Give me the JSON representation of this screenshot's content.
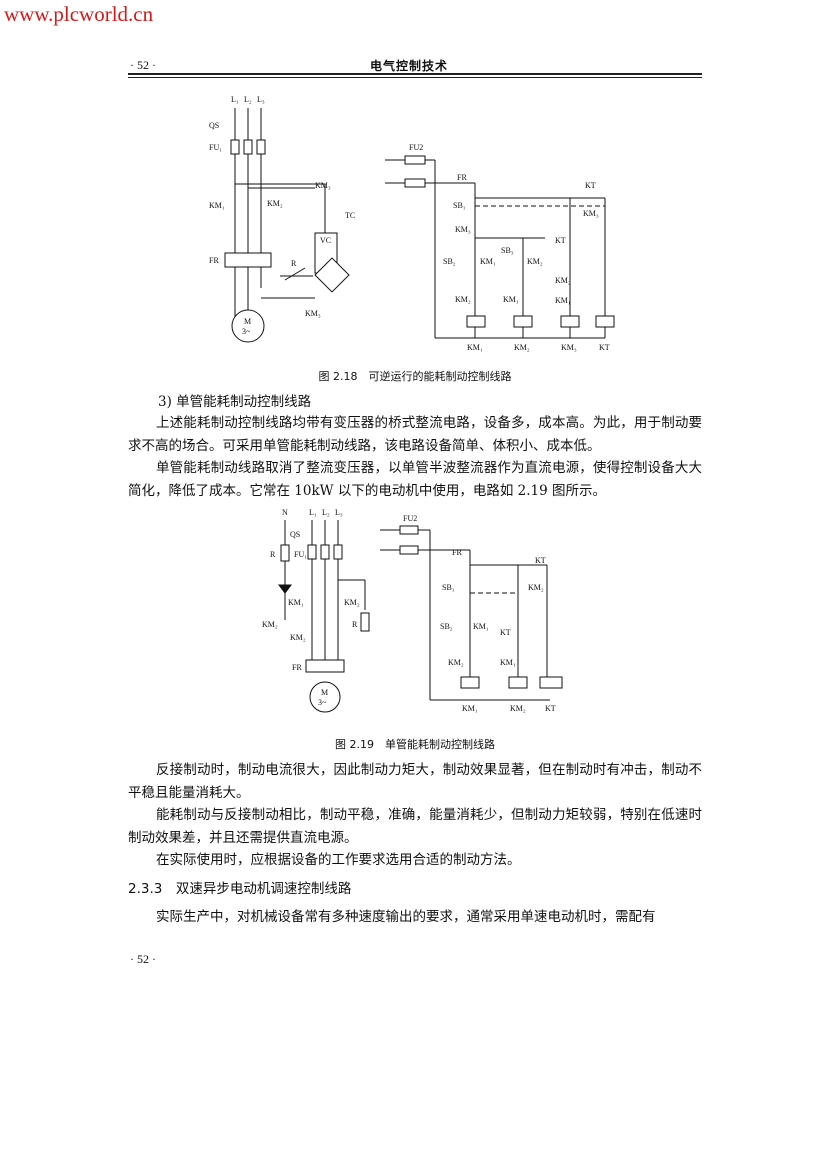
{
  "watermark": "www.plcworld.cn",
  "header": {
    "page_number": "· 52 ·",
    "title": "电气控制技术"
  },
  "figure_218": {
    "caption": "图 2.18　可逆运行的能耗制动控制线路",
    "labels": {
      "l1": "L₁",
      "l2": "L₂",
      "l3": "L₃",
      "qs": "QS",
      "fu1": "FU₁",
      "km1_top": "KM₃",
      "km1": "KM₁",
      "km2": "KM₂",
      "tc": "TC",
      "vc": "VC",
      "fr": "FR",
      "r": "R",
      "km3": "KM₃",
      "motor": "M",
      "motor_sub": "3~",
      "fu2": "FU2",
      "fr_c": "FR",
      "kt": "KT",
      "sb1": "SB₁",
      "km3_c": "KM₃",
      "kt_c": "KT",
      "sb2": "SB₂",
      "km1_c": "KM₁",
      "sb3": "SB₃",
      "km2_c": "KM₂",
      "km2_b": "KM₂",
      "km1_b": "KM₁",
      "km3_b": "KM₃",
      "coil1": "KM₁",
      "coil2": "KM₂",
      "coil3": "KM₃",
      "coil4": "KT",
      "km2_i": "KM₂",
      "km1_i": "KM₁"
    }
  },
  "section": {
    "heading": "3)  单管能耗制动控制线路",
    "paragraphs": [
      "上述能耗制动控制线路均带有变压器的桥式整流电路，设备多，成本高。为此，用于制动要求不高的场合。可采用单管能耗制动线路，该电路设备简单、体积小、成本低。",
      "单管能耗制动线路取消了整流变压器，以单管半波整流器作为直流电源，使得控制设备大大简化，降低了成本。它常在 10kW 以下的电动机中使用，电路如 2.19 图所示。"
    ]
  },
  "figure_219": {
    "caption": "图 2.19　单管能耗制动控制线路",
    "labels": {
      "n": "N",
      "l1": "L₁",
      "l2": "L₂",
      "l3": "L₃",
      "qs": "QS",
      "r": "R",
      "fu1": "FU₁",
      "km1": "KM₁",
      "km2_top": "KM₂",
      "km2": "KM₂",
      "km2_l": "KM₂",
      "r2": "R",
      "fr": "FR",
      "motor": "M",
      "motor_sub": "3~",
      "fu2": "FU2",
      "fr_c": "FR",
      "kt": "KT",
      "sb1": "SB₁",
      "km2_c": "KM₂",
      "sb2": "SB₂",
      "km1_c": "KM₁",
      "kt_c": "KT",
      "km2_b": "KM₂",
      "km1_b": "KM₁",
      "coil1": "KM₁",
      "coil2": "KM₂",
      "coil3": "KT"
    }
  },
  "paragraphs2": [
    "反接制动时，制动电流很大，因此制动力矩大，制动效果显著，但在制动时有冲击，制动不平稳且能量消耗大。",
    "能耗制动与反接制动相比，制动平稳，准确，能量消耗少，但制动力矩较弱，特别在低速时制动效果差，并且还需提供直流电源。",
    "在实际使用时，应根据设备的工作要求选用合适的制动方法。"
  ],
  "section_233": {
    "heading": "2.3.3　双速异步电动机调速控制线路",
    "paragraph": "实际生产中，对机械设备常有多种速度输出的要求，通常采用单速电动机时，需配有"
  },
  "footer": {
    "page_number": "· 52 ·"
  }
}
